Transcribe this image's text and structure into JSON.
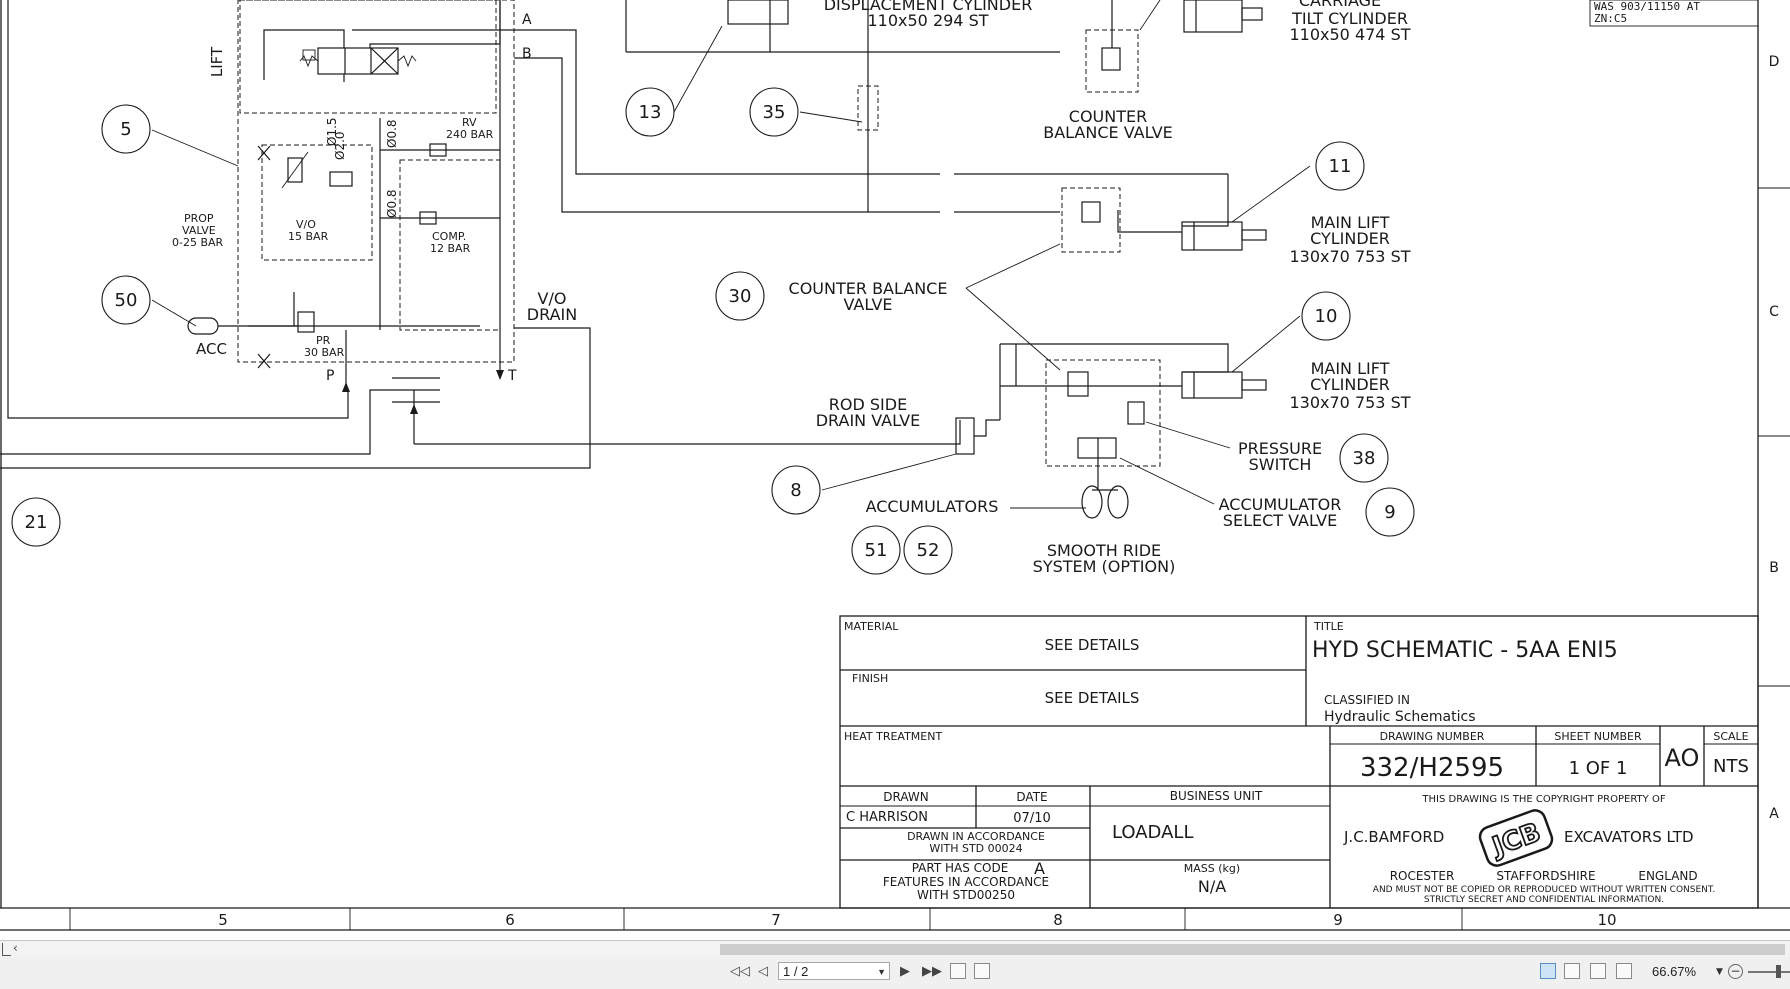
{
  "schematic": {
    "labels": {
      "lift": "LIFT",
      "port_a": "A",
      "port_b": "B",
      "port_p": "P",
      "port_t": "T",
      "displacement_cyl": "DISPLACEMENT CYLINDER",
      "displacement_size": "110x50 294 ST",
      "carriage": "CARRIAGE",
      "tilt_cyl": "TILT CYLINDER",
      "tilt_size": "110x50 474 ST",
      "counter_balance_1": "COUNTER",
      "counter_balance_2": "BALANCE VALVE",
      "main_lift_1": "MAIN LIFT",
      "main_lift_2": "CYLINDER",
      "main_lift_size": "130x70 753 ST",
      "cb_valve_a": "COUNTER BALANCE",
      "cb_valve_b": "VALVE",
      "vo_drain_a": "V/O",
      "vo_drain_b": "DRAIN",
      "rod_side_a": "ROD SIDE",
      "rod_side_b": "DRAIN VALVE",
      "pressure_switch_a": "PRESSURE",
      "pressure_switch_b": "SWITCH",
      "accumulators": "ACCUMULATORS",
      "acc_select_a": "ACCUMULATOR",
      "acc_select_b": "SELECT VALVE",
      "smooth_ride_a": "SMOOTH RIDE",
      "smooth_ride_b": "SYSTEM (OPTION)",
      "prop_valve_a": "PROP",
      "prop_valve_b": "VALVE",
      "prop_valve_c": "0-25 BAR",
      "vo_a": "V/O",
      "vo_b": "15 BAR",
      "rv_a": "RV",
      "rv_b": "240 BAR",
      "comp_a": "COMP.",
      "comp_b": "12 BAR",
      "pr_a": "PR",
      "pr_b": "30 BAR",
      "acc": "ACC",
      "orifice_15": "Ø1.5",
      "orifice_20": "Ø2.0",
      "orifice_08a": "Ø0.8",
      "orifice_08b": "Ø0.8",
      "was_note": "WAS 903/11150 AT",
      "zn_note": "ZN:C5"
    },
    "balloons": [
      "5",
      "50",
      "13",
      "35",
      "11",
      "10",
      "30",
      "8",
      "51",
      "52",
      "38",
      "9",
      "21"
    ],
    "zones_right": [
      "D",
      "C",
      "B",
      "A"
    ],
    "zones_bottom": [
      "5",
      "6",
      "7",
      "8",
      "9",
      "10"
    ]
  },
  "title_block": {
    "material_label": "MATERIAL",
    "material_value": "SEE DETAILS",
    "finish_label": "FINISH",
    "finish_value": "SEE DETAILS",
    "heat_treatment_label": "HEAT TREATMENT",
    "title_label": "TITLE",
    "title_value": "HYD SCHEMATIC - 5AA ENI5",
    "classified_label": "CLASSIFIED IN",
    "classified_value": "Hydraulic Schematics",
    "drawing_number_label": "DRAWING NUMBER",
    "drawing_number_value": "332/H2595",
    "sheet_number_label": "SHEET NUMBER",
    "sheet_number_value": "1 OF 1",
    "size_value": "AO",
    "scale_label": "SCALE",
    "scale_value": "NTS",
    "drawn_label": "DRAWN",
    "date_label": "DATE",
    "drawn_value": "C HARRISON",
    "date_value": "07/10",
    "business_unit_label": "BUSINESS UNIT",
    "business_unit_value": "LOADALL",
    "std_a": "DRAWN IN ACCORDANCE",
    "std_b": "WITH STD 00024",
    "part_code_a": "PART HAS CODE",
    "part_code_letter": "A",
    "part_code_b": "FEATURES IN ACCORDANCE",
    "part_code_c": "WITH STD00250",
    "mass_label": "MASS (kg)",
    "mass_value": "N/A",
    "copyright": "THIS DRAWING IS THE COPYRIGHT PROPERTY OF",
    "company_left": "J.C.BAMFORD",
    "logo_text": "JCB",
    "company_right": "EXCAVATORS LTD",
    "loc_1": "ROCESTER",
    "loc_2": "STAFFORDSHIRE",
    "loc_3": "ENGLAND",
    "notice_1": "AND MUST NOT BE COPIED OR REPRODUCED WITHOUT WRITTEN CONSENT.",
    "notice_2": "STRICTLY SECRET AND CONFIDENTIAL INFORMATION."
  },
  "viewer": {
    "page_value": "1 / 2",
    "zoom_value": "66.67%",
    "icons": [
      "first-page-icon",
      "prev-page-icon",
      "next-page-icon",
      "last-page-icon",
      "page-thumbs-icon",
      "continuous-icon",
      "single-page-icon",
      "two-page-icon",
      "facing-page-icon",
      "zoom-out-icon"
    ]
  }
}
